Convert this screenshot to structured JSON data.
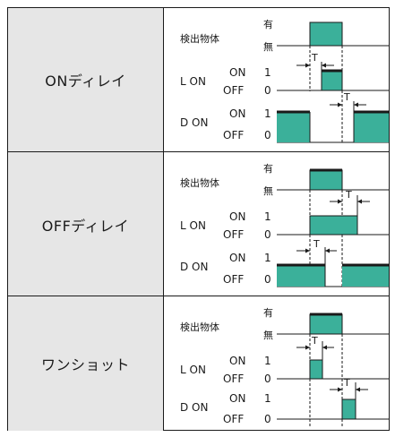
{
  "rows": [
    {
      "mode": "ONディレイ"
    },
    {
      "mode": "OFFディレイ"
    },
    {
      "mode": "ワンショット"
    }
  ],
  "labels": {
    "object": "検出物体",
    "present": "有",
    "absent": "無",
    "l_on": "L ON",
    "d_on": "D ON",
    "on": "ON",
    "off": "OFF",
    "one": "1",
    "zero": "0",
    "t": "T"
  },
  "colors": {
    "fill": "#3bb09a",
    "dark": "#1a1a1a",
    "header_bg": "#e6e6e6"
  }
}
